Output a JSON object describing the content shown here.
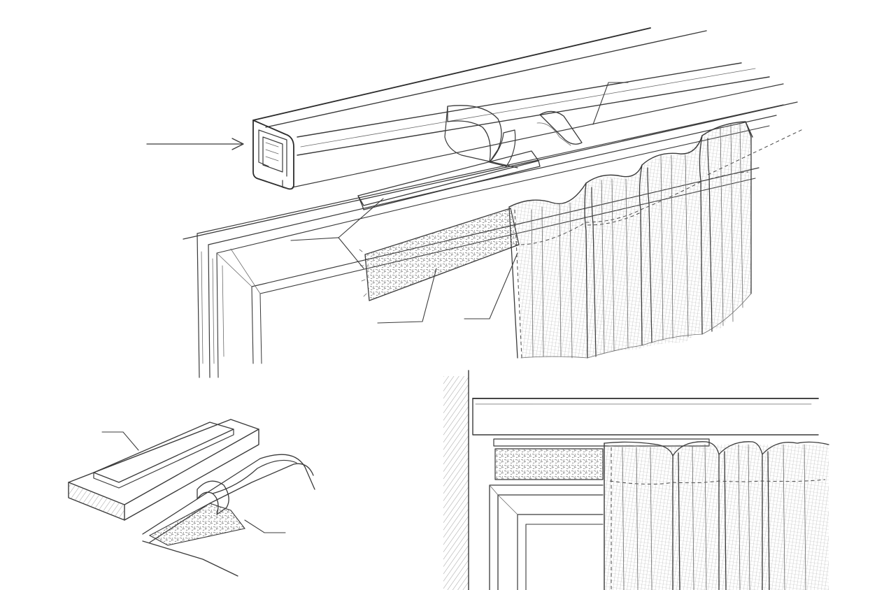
{
  "palette": {
    "ink": "#3a3a3a",
    "paper": "#ffffff"
  },
  "components": [
    {
      "id": "track",
      "kind": "aluminium rail profile"
    },
    {
      "id": "hook-strip",
      "kind": "hook tape on rail"
    },
    {
      "id": "loop-strip",
      "kind": "loop tape"
    },
    {
      "id": "curtain-header",
      "kind": "gathered curtain with stitched header"
    }
  ],
  "details": [
    {
      "id": "detail-hook-block",
      "kind": "hook tape on block"
    },
    {
      "id": "detail-loop-peel",
      "kind": "loop tape peeled"
    },
    {
      "id": "detail-installed",
      "kind": "installed cross-view"
    }
  ]
}
